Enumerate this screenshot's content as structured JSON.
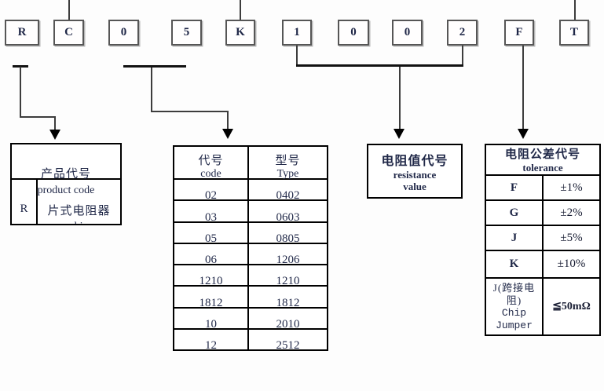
{
  "colors": {
    "background": "#fdfdfd",
    "text": "#1f2747",
    "border": "#000000",
    "box_border": "#565656"
  },
  "boxes": [
    "R",
    "C",
    "0",
    "5",
    "K",
    "1",
    "0",
    "0",
    "2",
    "F",
    "T"
  ],
  "product_table": {
    "title_cn": "产品代号",
    "title_en": "product code",
    "row_code": "R",
    "row_desc_cn": "片式电阻器",
    "row_desc_en": "chip"
  },
  "size_table": {
    "col_code_cn": "代号",
    "col_code_en": "code",
    "col_type_cn": "型号",
    "col_type_en": "Type",
    "rows": [
      [
        "02",
        "0402"
      ],
      [
        "03",
        "0603"
      ],
      [
        "05",
        "0805"
      ],
      [
        "06",
        "1206"
      ],
      [
        "1210",
        "1210"
      ],
      [
        "1812",
        "1812"
      ],
      [
        "10",
        "2010"
      ],
      [
        "12",
        "2512"
      ]
    ]
  },
  "resistance_box": {
    "title_cn": "电阻值代号",
    "title_en_1": "resistance",
    "title_en_2": "value"
  },
  "tolerance_table": {
    "title_cn": "电阻公差代号",
    "title_en": "tolerance",
    "rows": [
      [
        "F",
        "±1%"
      ],
      [
        "G",
        "±2%"
      ],
      [
        "J",
        "±5%"
      ],
      [
        "K",
        "±10%"
      ]
    ],
    "jumper": {
      "line1": "J(跨接电",
      "line2": "阻)",
      "line3": "Chip",
      "line4": "Jumper",
      "value": "≦50mΩ"
    }
  }
}
